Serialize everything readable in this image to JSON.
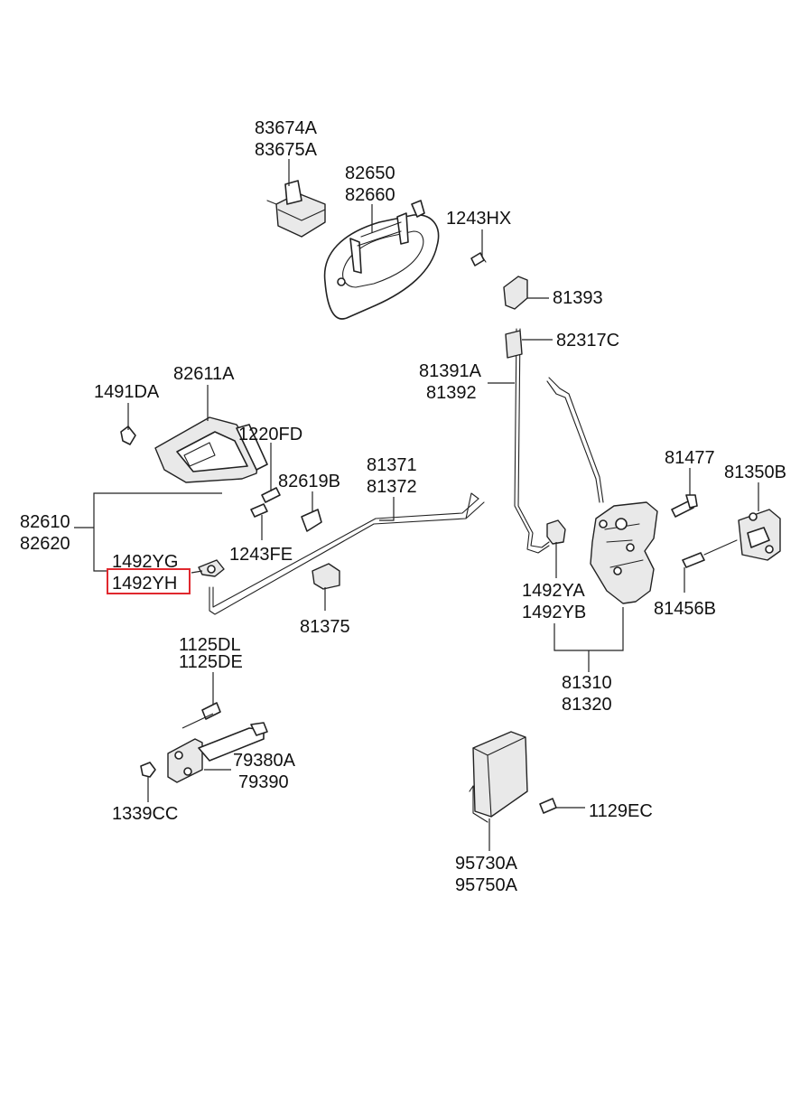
{
  "diagram": {
    "highlight_color": "#e0282e",
    "highlighted_part": "1492YH",
    "labels": {
      "l83674A": "83674A",
      "l83675A": "83675A",
      "l82650": "82650",
      "l82660": "82660",
      "l1243HX": "1243HX",
      "l81393": "81393",
      "l82317C": "82317C",
      "l81391A": "81391A",
      "l81392": "81392",
      "l1491DA": "1491DA",
      "l82611A": "82611A",
      "l1220FD": "1220FD",
      "l82619B": "82619B",
      "l81371": "81371",
      "l81372": "81372",
      "l81477": "81477",
      "l81350B": "81350B",
      "l82610": "82610",
      "l82620": "82620",
      "l1243FE": "1243FE",
      "l1492YG": "1492YG",
      "l1492YH": "1492YH",
      "l81375": "81375",
      "l1492YA": "1492YA",
      "l1492YB": "1492YB",
      "l81456B": "81456B",
      "l81310": "81310",
      "l81320": "81320",
      "l1125DL": "1125DL",
      "l1125DE": "1125DE",
      "l79380A": "79380A",
      "l79390": "79390",
      "l1339CC": "1339CC",
      "l1129EC": "1129EC",
      "l95730A": "95730A",
      "l95750A": "95750A"
    }
  }
}
